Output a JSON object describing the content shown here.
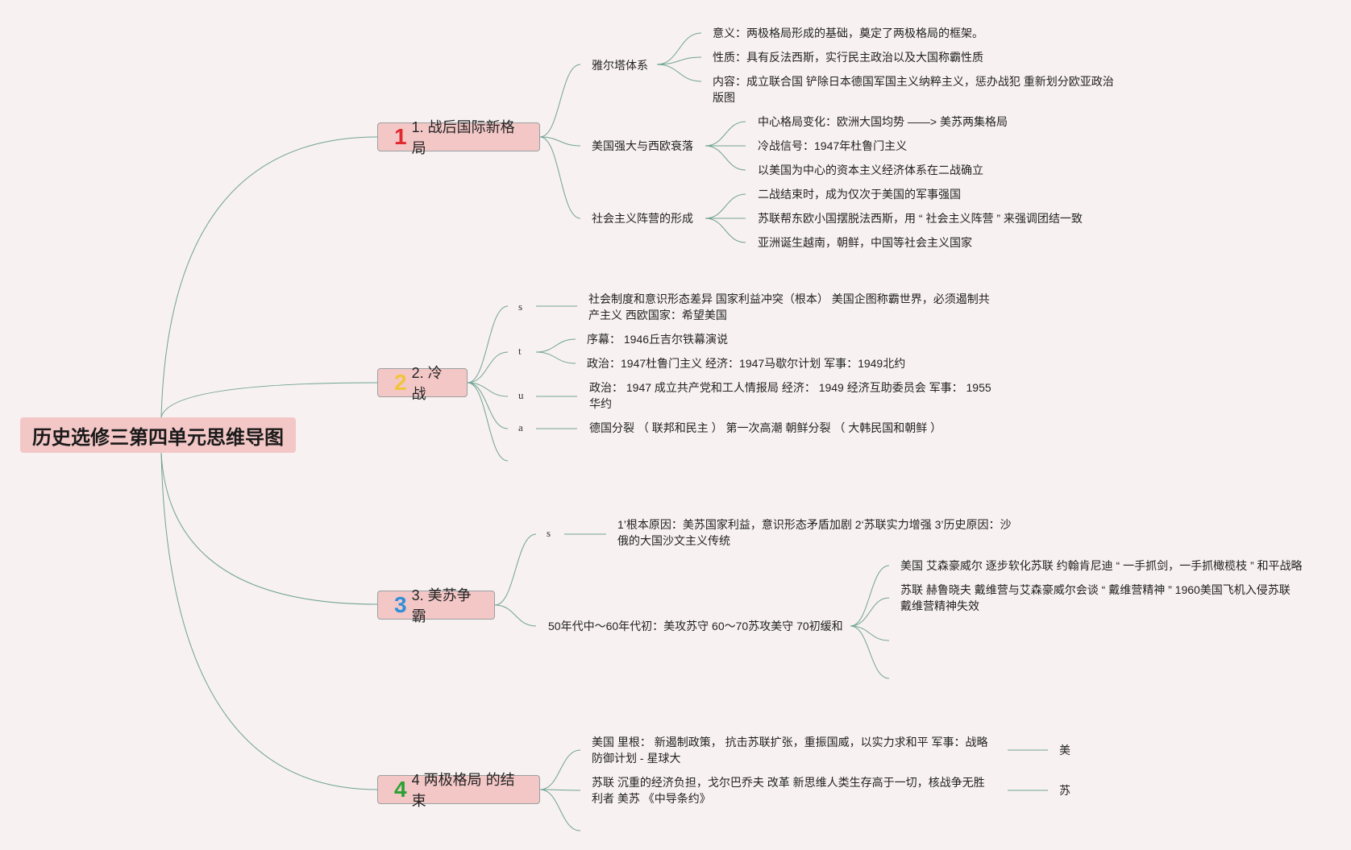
{
  "title": "历史选修三第四单元思维导图",
  "colors": {
    "node_bg": "#f4c7c7",
    "background": "#f8f1f1",
    "line": "#6fa394",
    "num1": "#e0282e",
    "num2": "#f0c53a",
    "num3": "#2f8fd8",
    "num4": "#2aa133"
  },
  "branches": [
    {
      "number": "1",
      "label": "1. 战后国际新格局",
      "children": [
        {
          "label": "雅尔塔体系",
          "items": [
            "意义：两极格局形成的基础，奠定了两极格局的框架。",
            "性质：具有反法西斯，实行民主政治以及大国称霸性质",
            "内容：成立联合国 铲除日本德国军国主义纳粹主义，惩办战犯 重新划分欧亚政治版图"
          ]
        },
        {
          "label": "美国强大与西欧衰落",
          "items": [
            "中心格局变化：欧洲大国均势 ——> 美苏两集格局",
            "冷战信号：1947年杜鲁门主义",
            "以美国为中心的资本主义经济体系在二战确立"
          ]
        },
        {
          "label": "社会主义阵营的形成",
          "items": [
            "二战结束时，成为仅次于美国的军事强国",
            "苏联帮东欧小国摆脱法西斯，用 “ 社会主义阵营 ” 来强调团结一致",
            "亚洲诞生越南，朝鲜，中国等社会主义国家"
          ]
        }
      ]
    },
    {
      "number": "2",
      "label": "2. 冷战",
      "children": [
        {
          "label": "s",
          "items": [
            "社会制度和意识形态差异 国家利益冲突（根本） 美国企图称霸世界，必须遏制共产主义 西欧国家：希望美国"
          ]
        },
        {
          "label": "t",
          "items": [
            "序幕： 1946丘吉尔铁幕演说",
            "政治：1947杜鲁门主义 经济：1947马歇尔计划 军事：1949北约"
          ]
        },
        {
          "label": "u",
          "items": [
            "政治： 1947 成立共产党和工人情报局 经济： 1949 经济互助委员会 军事： 1955 华约"
          ]
        },
        {
          "label": "a",
          "items": [
            "德国分裂 （ 联邦和民主 ） 第一次高潮 朝鲜分裂 （ 大韩民国和朝鲜 ）"
          ]
        }
      ]
    },
    {
      "number": "3",
      "label": "3. 美苏争霸",
      "children": [
        {
          "label": "s",
          "items": [
            "1’根本原因：美苏国家利益，意识形态矛盾加剧 2‘苏联实力增强 3’历史原因：沙俄的大国沙文主义传统"
          ]
        },
        {
          "label": "50年代中～60年代初：美攻苏守 60～70苏攻美守 70初缓和",
          "items": [
            "美国 艾森豪威尔 逐步软化苏联 约翰肯尼迪 “ 一手抓剑，一手抓橄榄枝 ” 和平战略",
            "苏联 赫鲁晓夫 戴维营与艾森豪威尔会谈 “ 戴维营精神 ” 1960美国飞机入侵苏联 戴维营精神失效"
          ]
        }
      ]
    },
    {
      "number": "4",
      "label": "4 两极格局 的结束",
      "children": [
        {
          "label": "美国 里根： 新遏制政策， 抗击苏联扩张，重振国威，以实力求和平 军事：战略防御计划 - 星球大",
          "items": [
            "美"
          ]
        },
        {
          "label": "苏联 沉重的经济负担，戈尔巴乔夫 改革 新思维人类生存高于一切，核战争无胜利者 美苏 《中导条约》",
          "items": [
            "苏"
          ]
        }
      ]
    }
  ]
}
